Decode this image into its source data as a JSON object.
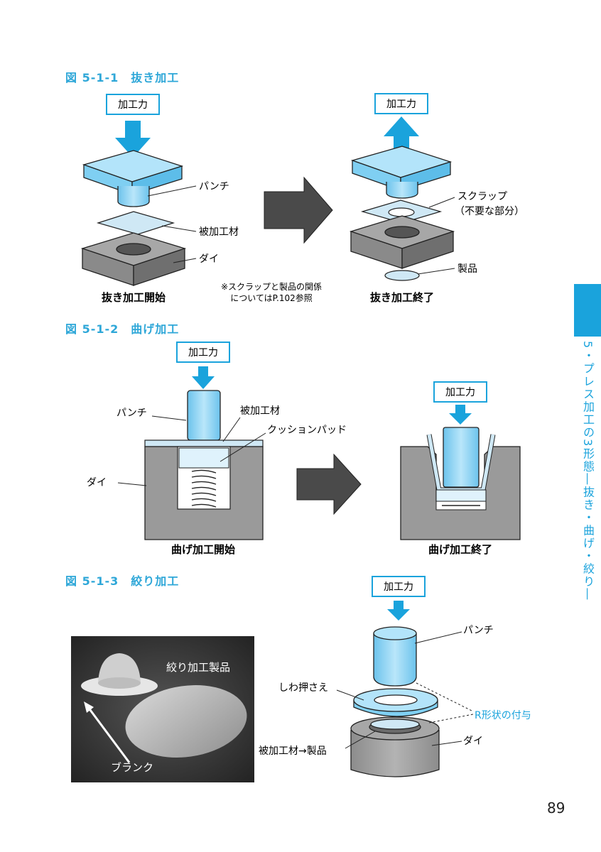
{
  "figures": {
    "f1": {
      "title": "図 5-1-1　抜き加工",
      "force_left": "加工力",
      "force_right": "加工力",
      "punch": "パンチ",
      "workpiece": "被加工材",
      "die": "ダイ",
      "scrap": "スクラップ",
      "scrap_note": "（不要な部分）",
      "product": "製品",
      "caption_start": "抜き加工開始",
      "caption_end": "抜き加工終了",
      "note_line1": "※スクラップと製品の関係",
      "note_line2": "についてはP.102参照"
    },
    "f2": {
      "title": "図 5-1-2　曲げ加工",
      "force_left": "加工力",
      "force_right": "加工力",
      "punch": "パンチ",
      "workpiece": "被加工材",
      "cushion": "クッションパッド",
      "die": "ダイ",
      "caption_start": "曲げ加工開始",
      "caption_end": "曲げ加工終了"
    },
    "f3": {
      "title": "図 5-1-3　絞り加工",
      "photo_product": "絞り加工製品",
      "photo_blank": "ブランク",
      "force": "加工力",
      "punch": "パンチ",
      "holder": "しわ押さえ",
      "radius": "R形状の付与",
      "workpiece": "被加工材→製品",
      "die": "ダイ"
    }
  },
  "sidebar": {
    "chapter": "5・プレス加工の3形態―抜き・曲げ・絞り―"
  },
  "page_number": "89",
  "colors": {
    "accent": "#1aa3dc",
    "punch": "#8fd3f4",
    "die": "#9a9a9a",
    "arrow": "#444444"
  }
}
